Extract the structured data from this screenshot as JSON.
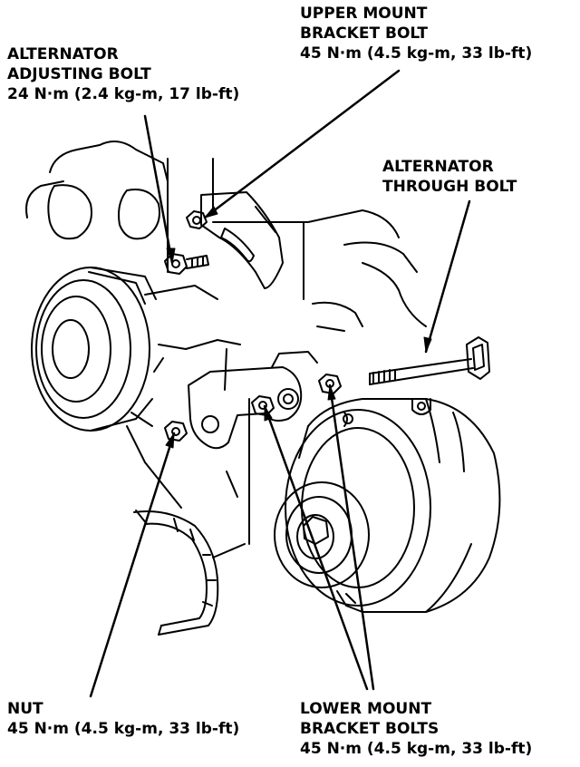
{
  "callouts": {
    "upper_mount": {
      "line1": "UPPER MOUNT",
      "line2": "BRACKET BOLT",
      "line3": "45 N·m (4.5 kg-m, 33 lb-ft)"
    },
    "adjusting_bolt": {
      "line1": "ALTERNATOR",
      "line2": "ADJUSTING BOLT",
      "line3": "24 N·m (2.4 kg-m, 17 lb-ft)"
    },
    "through_bolt": {
      "line1": "ALTERNATOR",
      "line2": "THROUGH BOLT"
    },
    "nut": {
      "line1": "NUT",
      "line2": "45 N·m (4.5 kg-m, 33 lb-ft)"
    },
    "lower_mount": {
      "line1": "LOWER MOUNT",
      "line2": "BRACKET BOLTS",
      "line3": "45 N·m (4.5 kg-m, 33 lb-ft)"
    }
  },
  "colors": {
    "ink": "#000000",
    "paper": "#ffffff"
  }
}
